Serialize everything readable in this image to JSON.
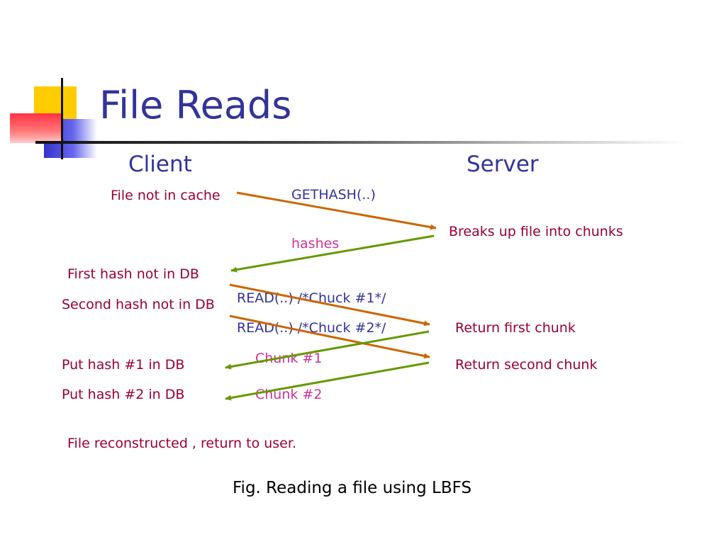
{
  "slide": {
    "title": "File Reads",
    "caption": "Fig. Reading a file using LBFS"
  },
  "columns": {
    "client": "Client",
    "server": "Server"
  },
  "client_steps": {
    "file_not_in_cache": "File not in cache",
    "first_hash_not_in_db": "First hash not in DB",
    "second_hash_not_in_db": "Second hash not in DB",
    "put_hash_1": "Put hash #1 in DB",
    "put_hash_2": "Put hash #2 in DB",
    "reconstructed": "File reconstructed , return to user."
  },
  "server_steps": {
    "breaks_up": "Breaks up file into chunks",
    "return_first": "Return first chunk",
    "return_second": "Return second chunk"
  },
  "messages": {
    "gethash": "GETHASH(..)",
    "hashes": "hashes",
    "read1": "READ(..) /*Chuck #1*/",
    "read2": "READ(..) /*Chuck #2*/",
    "chunk1": "Chunk #1",
    "chunk2": "Chunk #2"
  },
  "colors": {
    "title": "#333399",
    "client_server_labels": "#990033",
    "request_text": "#333399",
    "response_text": "#cc3399",
    "request_arrow": "#cc6600",
    "response_arrow": "#669900"
  }
}
